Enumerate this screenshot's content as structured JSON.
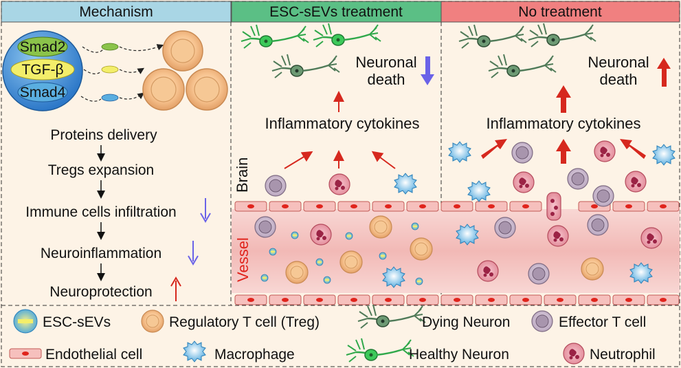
{
  "panels": {
    "mechanism": {
      "title": "Mechanism"
    },
    "treatment": {
      "title": "ESC-sEVs treatment"
    },
    "no_treatment": {
      "title": "No treatment"
    }
  },
  "mechanism": {
    "pathway_labels": [
      "Smad2",
      "TGF-β",
      "Smad4"
    ],
    "flow_steps": [
      "Proteins delivery",
      "Tregs expansion",
      "Immune cells infiltration",
      "Neuroinflammation",
      "Neuroprotection"
    ]
  },
  "labels": {
    "neuronal_death_line1": "Neuronal",
    "neuronal_death_line2": "death",
    "cytokines": "Inflammatory cytokines",
    "brain": "Brain",
    "vessel": "Vessel"
  },
  "legend": [
    "ESC-sEVs",
    "Regulatory T cell (Treg)",
    "Dying Neuron",
    "Effector T cell",
    "Endothelial cell",
    "Macrophage",
    "Healthy Neuron",
    "Neutrophil"
  ],
  "colors": {
    "mechanism_header": "#a9d6e5",
    "treatment_header": "#5bbf85",
    "no_treatment_header": "#f08080",
    "background": "#fdf3e6",
    "vessel": "#f4c3c3",
    "endothelial": "#e8504a",
    "up_arrow": "#d6281e",
    "down_arrow": "#6a62e8",
    "healthy_neuron": "#2fb84a",
    "dying_neuron": "#4f7a58"
  }
}
